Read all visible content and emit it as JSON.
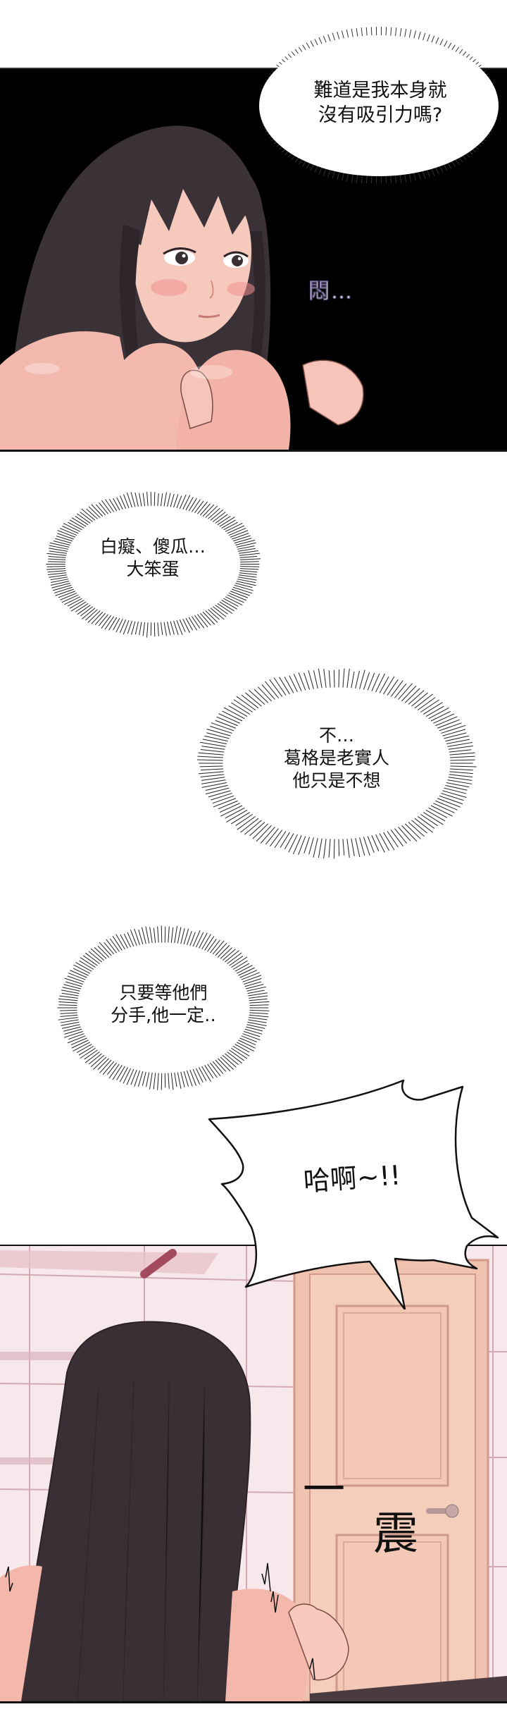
{
  "comic": {
    "panels": [
      {
        "id": "panel-1",
        "scene": "woman-hugging-knees-dark",
        "background": "#000000",
        "speech": {
          "type": "thought-burst",
          "lines": "難道是我本身就\n沒有吸引力嗎?"
        },
        "sfx": {
          "text": "悶…",
          "color": "#ffffff"
        }
      },
      {
        "id": "thoughts",
        "background": "#ffffff",
        "bubbles": [
          {
            "type": "thought-burst",
            "lines": "白癡、傻瓜…\n大笨蛋"
          },
          {
            "type": "thought-burst",
            "lines": "不…\n葛格是老實人\n他只是不想"
          },
          {
            "type": "thought-burst",
            "lines": "只要等他們\n分手,他一定‥"
          }
        ]
      },
      {
        "id": "shout",
        "speech": {
          "type": "shout",
          "lines": "哈啊~!!"
        }
      },
      {
        "id": "panel-3",
        "scene": "bathroom-back-view-door",
        "colors": {
          "wall": "#f7e8ec",
          "tile_line": "#c99aa7",
          "door": "#f0c3b0",
          "door_line": "#d3998a",
          "hair": "#3a2f35",
          "skin": "#f4b7ab"
        },
        "sfx": {
          "text": "一震"
        }
      }
    ]
  },
  "colors": {
    "panel_border": "#111111",
    "hair": "#3b3238",
    "skin": "#f3b9ae",
    "skin_shadow": "#e79a92",
    "blush": "#f08f8f"
  }
}
